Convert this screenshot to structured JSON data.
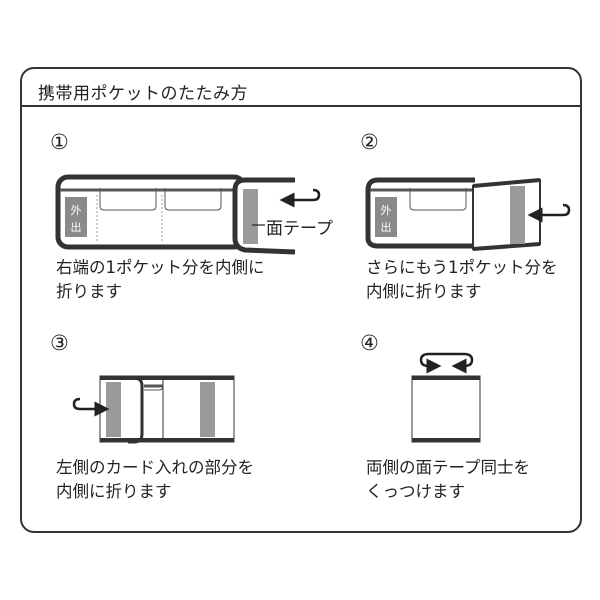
{
  "title": "携帯用ポケットのたたみ方",
  "steps": [
    {
      "number": "①",
      "line1": "右端の1ポケット分を内側に",
      "line2": "折ります",
      "callout": "面テープ"
    },
    {
      "number": "②",
      "line1": "さらにもう1ポケット分を",
      "line2": "内側に折ります"
    },
    {
      "number": "③",
      "line1": "左側のカード入れの部分を",
      "line2": "内側に折ります"
    },
    {
      "number": "④",
      "line1": "両側の面テープ同士を",
      "line2": "くっつけます"
    }
  ],
  "badge": "外出",
  "colors": {
    "outline": "#333333",
    "tape": "#9a9a9a",
    "badge": "#8a8a8a"
  }
}
